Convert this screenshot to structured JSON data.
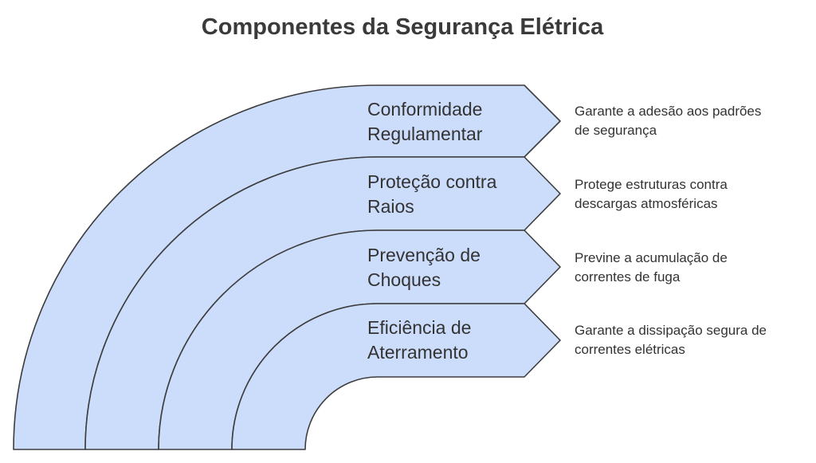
{
  "title": "Componentes da Segurança Elétrica",
  "colors": {
    "band_fill": "#ccdcfb",
    "stroke": "#3d3d3d",
    "text": "#333333"
  },
  "layers": [
    {
      "label_line1": "Conformidade",
      "label_line2": "Regulamentar",
      "description_line1": "Garante a adesão aos padrões",
      "description_line2": "de segurança"
    },
    {
      "label_line1": "Proteção contra",
      "label_line2": "Raios",
      "description_line1": "Protege estruturas contra",
      "description_line2": "descargas atmosféricas"
    },
    {
      "label_line1": "Prevenção de",
      "label_line2": "Choques",
      "description_line1": "Previne a acumulação de",
      "description_line2": "correntes de fuga"
    },
    {
      "label_line1": "Eficiência de",
      "label_line2": "Aterramento",
      "description_line1": "Garante a dissipação segura de",
      "description_line2": "correntes elétricas"
    }
  ]
}
